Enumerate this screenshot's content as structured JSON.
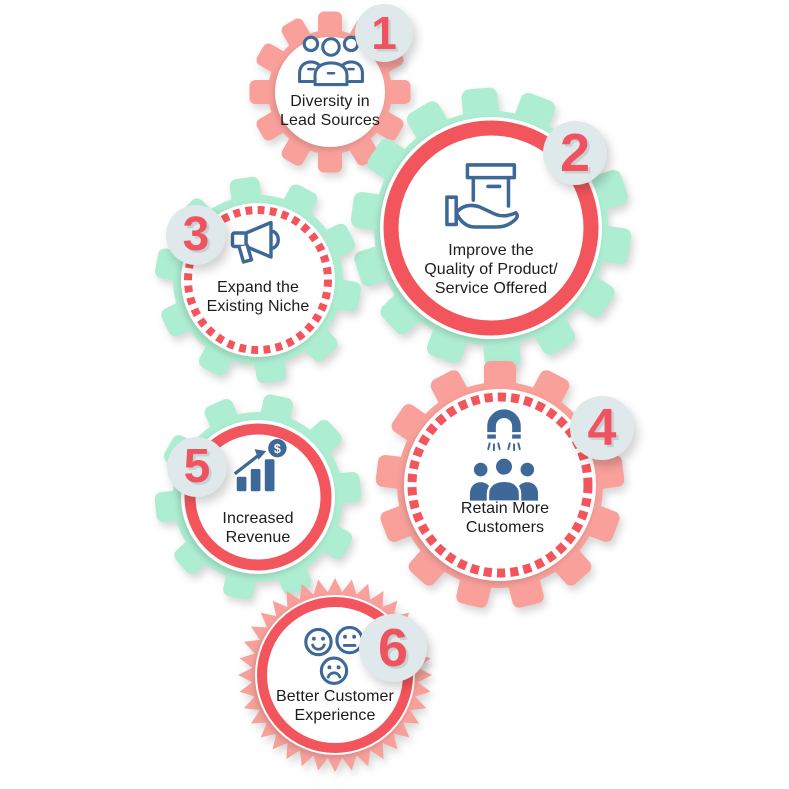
{
  "colors": {
    "salmon": "#F9A09B",
    "mint": "#ADEDD1",
    "ring_red": "#F3555C",
    "number_red": "#EF5360",
    "badge_bg": "#DFE8EA",
    "icon_blue": "#3E6897",
    "text": "#1C1C1C",
    "background": "#FFFFFF"
  },
  "icon_glyphs": {
    "dollar": "$"
  },
  "gears": [
    {
      "number": "1",
      "label_lines": [
        "Diversity in",
        "Lead Sources"
      ],
      "icon": "team-diversity-icon",
      "body_color": "#F9A09B",
      "ring_style": "none",
      "shape": "gear"
    },
    {
      "number": "2",
      "label_lines": [
        "Improve the",
        "Quality of Product/",
        "Service Offered"
      ],
      "icon": "product-in-hand-icon",
      "body_color": "#ADEDD1",
      "ring_style": "solid",
      "shape": "gear"
    },
    {
      "number": "3",
      "label_lines": [
        "Expand the",
        "Existing Niche"
      ],
      "icon": "megaphone-icon",
      "body_color": "#ADEDD1",
      "ring_style": "dashed",
      "shape": "gear"
    },
    {
      "number": "4",
      "label_lines": [
        "Retain More",
        "Customers"
      ],
      "icon": "magnet-customers-icon",
      "body_color": "#F9A09B",
      "ring_style": "dashed",
      "shape": "gear"
    },
    {
      "number": "5",
      "label_lines": [
        "Increased",
        "Revenue"
      ],
      "icon": "revenue-growth-icon",
      "body_color": "#ADEDD1",
      "ring_style": "solid",
      "shape": "gear"
    },
    {
      "number": "6",
      "label_lines": [
        "Better Customer",
        "Experience"
      ],
      "icon": "customer-faces-icon",
      "body_color": "#F9A09B",
      "ring_style": "solid",
      "shape": "starburst"
    }
  ]
}
